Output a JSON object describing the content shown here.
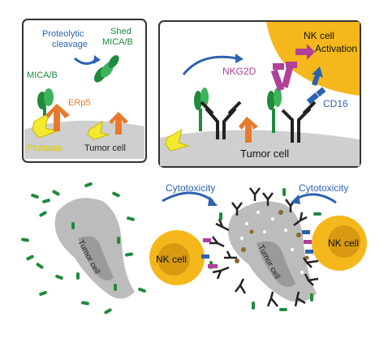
{
  "panel_tl": {
    "proteolytic": "Proteolytic",
    "cleavage": "cleavage",
    "shed_line1": "Shed",
    "shed_line2": "MICA/B",
    "mica_label": "MICA/B",
    "erp5_label": "ERp5",
    "protease_label": "Protease",
    "tumor_cell_label": "Tumor cell"
  },
  "panel_tr": {
    "nk_cell": "NK cell",
    "activation": "Activation",
    "nkg2d_label": "NKG2D",
    "cd16_label": "CD16",
    "tumor_cell_label": "Tumor cell"
  },
  "bottom_left": {
    "tumor_cell_label": "Tumor cell"
  },
  "bottom_right": {
    "cytotoxicity_left": "Cytotoxicity",
    "cytotoxicity_right": "Cytotoxicity",
    "nk_cell_left": "NK cell",
    "nk_cell_right": "NK cell",
    "tumor_cell_label": "Tumor cell"
  },
  "colors": {
    "green": "#1f8a3c",
    "green_light": "#3db35a",
    "orange": "#e8792b",
    "yellow": "#f2ea2e",
    "magenta": "#b0409a",
    "blue": "#2c62b0",
    "nk_yellow": "#f5b81c",
    "gray_cell": "#b9b9b9"
  }
}
